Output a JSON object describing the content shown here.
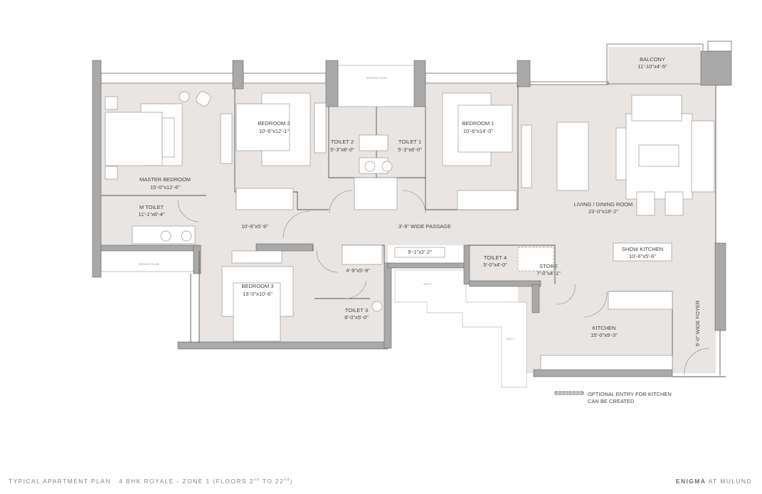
{
  "rooms": {
    "master_bedroom": {
      "name": "MASTER BEDROOM",
      "size": "15'-0\"x12'-6\""
    },
    "m_toilet": {
      "name": "M TOILET",
      "size": "11'-1\"x6'-4\""
    },
    "bedroom_2": {
      "name": "BEDROOM 2",
      "size": "10'-6\"x12'-1\""
    },
    "toilet_2": {
      "name": "TOILET 2",
      "size": "5'-3\"x8'-0\""
    },
    "toilet_1": {
      "name": "TOILET 1",
      "size": "5'-3\"x8'-0\""
    },
    "bedroom_1": {
      "name": "BEDROOM 1",
      "size": "10'-6\"x14'-0\""
    },
    "living": {
      "name": "LIVING / DINING ROOM",
      "size": "23'-0\"x18'-2\""
    },
    "balcony": {
      "name": "BALCONY",
      "size": "11'-10\"x4'-5\""
    },
    "lobby": {
      "size": "10'-6\"x5'-9\""
    },
    "passage": {
      "name": "3'-9\" WIDE PASSAGE"
    },
    "bedroom_3": {
      "name": "BEDROOM 3",
      "size": "13'-0\"x10'-6\""
    },
    "toilet_3_lobby": {
      "size": "4'-9\"x5'-9\""
    },
    "toilet_3": {
      "name": "TOILET 3",
      "size": "8'-0\"x5'-0\""
    },
    "console": {
      "size": "9'-1\"x2'-2\""
    },
    "toilet_4": {
      "name": "TOILET 4",
      "size": "5'-0\"x4'-0\""
    },
    "store": {
      "name": "STORE",
      "size": "7'-0\"x4'-1\""
    },
    "show_kitchen": {
      "name": "SHOW KITCHEN",
      "size": "10'-6\"x5'-6\""
    },
    "kitchen": {
      "name": "KITCHEN",
      "size": "15'-0\"x9'-3\""
    },
    "foyer": {
      "name": "5'-0\" WIDE FOYER"
    },
    "service_slab": "SERVICE SLAB",
    "duct": "DUCT"
  },
  "legend": {
    "line1": "OPTIONAL ENTRY FOR KITCHEN",
    "line2": "CAN BE CREATED"
  },
  "footer": {
    "plan_title": "TYPICAL APARTMENT PLAN",
    "plan_type": "4 BHK ROYALE - ZONE 1 (FLOORS 2",
    "floor_from_sup": "nd",
    "to": " TO 22",
    "floor_to_sup": "nd",
    "close": ")",
    "brand_bold": "ENIGMA",
    "brand_rest": "AT MULUND"
  },
  "colors": {
    "wall": "#a9a9a9",
    "floor": "#e9e5e2",
    "footer_text": "#8a8478"
  }
}
